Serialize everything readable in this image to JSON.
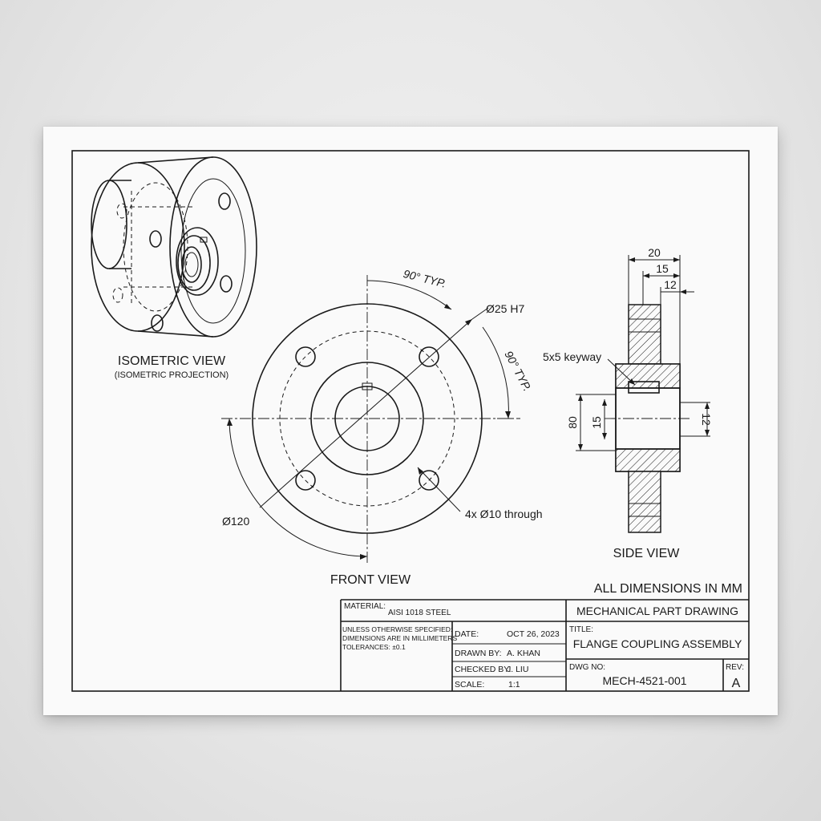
{
  "views": {
    "isometric_title": "ISOMETRIC VIEW",
    "isometric_subtitle": "(ISOMETRIC PROJECTION)",
    "front_title": "FRONT VIEW",
    "side_title": "SIDE VIEW"
  },
  "front_annotations": {
    "angle_top": "90° TYP.",
    "angle_right": "90° TYP.",
    "bore": "Ø25 H7",
    "outer_dia": "Ø120",
    "holes": "4x Ø10 through"
  },
  "side_annotations": {
    "keyway": "5x5 keyway",
    "dim_20": "20",
    "dim_15_top": "15",
    "dim_12_top": "12",
    "dim_80": "80",
    "dim_15_left": "15",
    "dim_12_right": "12"
  },
  "note": "ALL DIMENSIONS IN MM",
  "title_block": {
    "material_label": "MATERIAL:",
    "material_value": "AISI 1018 STEEL",
    "general_note_1": "UNLESS OTHERWISE SPECIFIED:",
    "general_note_2": "DIMENSIONS ARE IN MILLIMETERS",
    "general_note_3": "TOLERANCES: ±0.1",
    "date_label": "DATE:",
    "date_value": "OCT 26, 2023",
    "drawn_label": "DRAWN BY:",
    "drawn_value": "A. KHAN",
    "checked_label": "CHECKED BY:",
    "checked_value": "J. LIU",
    "scale_label": "SCALE:",
    "scale_value": "1:1",
    "header": "MECHANICAL PART DRAWING",
    "title_label": "TITLE:",
    "title_value": "FLANGE COUPLING ASSEMBLY",
    "dwg_label": "DWG NO:",
    "dwg_value": "MECH-4521-001",
    "rev_label": "REV:",
    "rev_value": "A"
  }
}
